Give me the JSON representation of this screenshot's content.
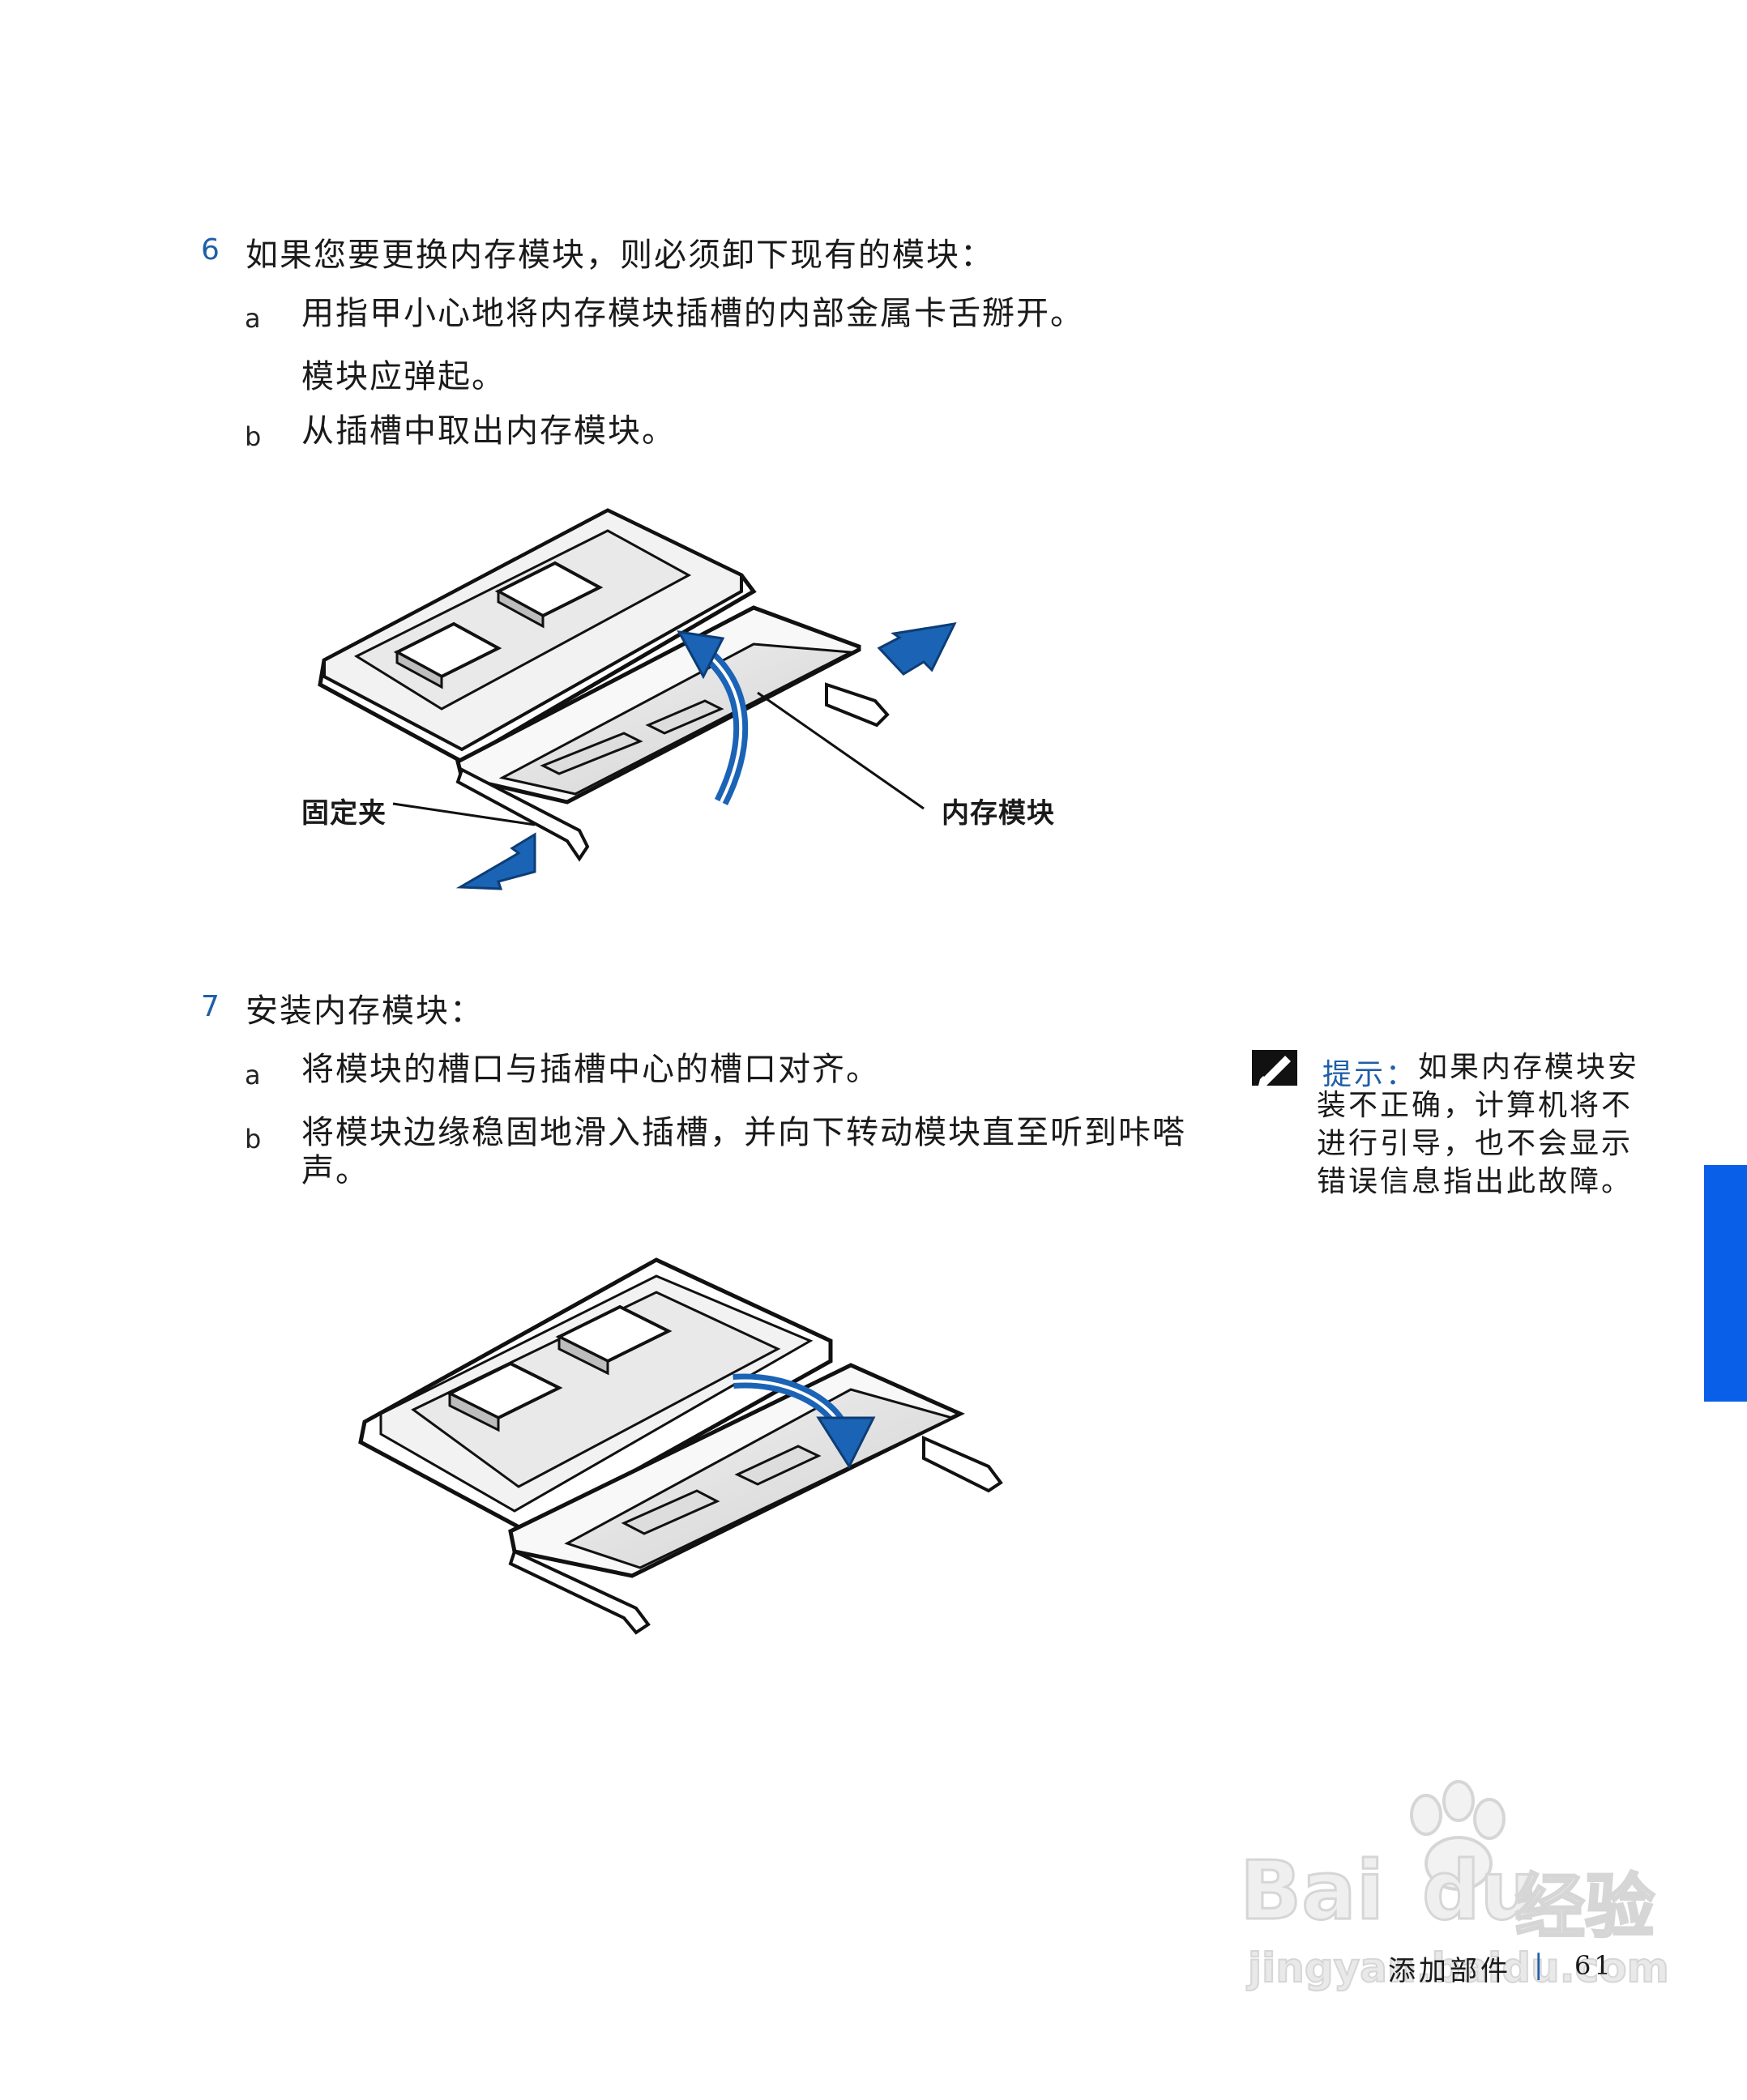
{
  "step6": {
    "number": "6",
    "text": "如果您要更换内存模块，则必须卸下现有的模块：",
    "a": {
      "letter": "a",
      "text": "用指甲小心地将内存模块插槽的内部金属卡舌掰开。",
      "note": "模块应弹起。"
    },
    "b": {
      "letter": "b",
      "text": "从插槽中取出内存模块。"
    }
  },
  "figure1": {
    "callout_left": "固定夹",
    "callout_right": "内存模块"
  },
  "step7": {
    "number": "7",
    "text": "安装内存模块：",
    "a": {
      "letter": "a",
      "text": "将模块的槽口与插槽中心的槽口对齐。"
    },
    "b": {
      "letter": "b",
      "text_line1": "将模块边缘稳固地滑入插槽，并向下转动模块直至听到咔嗒",
      "text_line2": "声。"
    }
  },
  "note": {
    "icon": "pencil-note-icon",
    "label": "提示：",
    "line1": "如果内存模块安",
    "line2": "装不正确，计算机将不",
    "line3": "进行引导，也不会显示",
    "line4": "错误信息指出此故障。"
  },
  "footer": {
    "section": "添加部件",
    "separator": "|",
    "page": "61"
  },
  "watermark": {
    "brand": "Bai",
    "brand2": "du",
    "cn": "经验",
    "url": "jingyan.baidu.com"
  },
  "colors": {
    "accent": "#1f5fa8",
    "tab": "#0a5fe8",
    "arrow": "#1b63b5"
  }
}
